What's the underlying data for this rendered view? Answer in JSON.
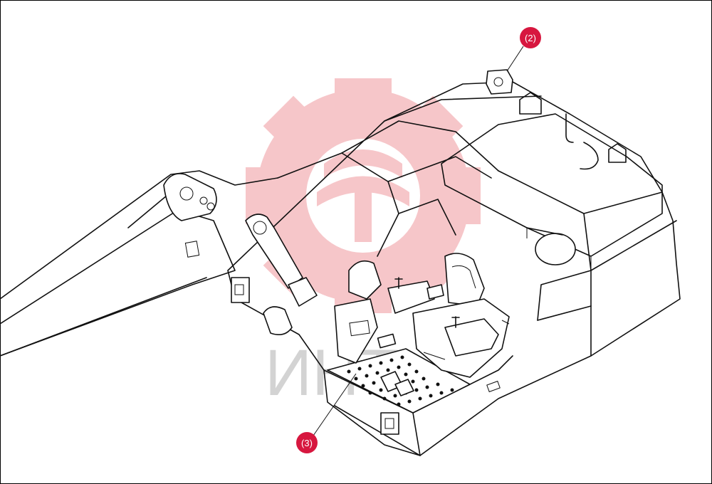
{
  "callouts": [
    {
      "id": "2",
      "label": "(2)"
    },
    {
      "id": "3",
      "label": "(3)"
    }
  ],
  "watermark": {
    "text": "ИНТ"
  },
  "colors": {
    "callout_fill": "#d7173f",
    "watermark_red": "#f4b4b8",
    "watermark_gray": "#c9c9c9",
    "line": "#111111"
  }
}
